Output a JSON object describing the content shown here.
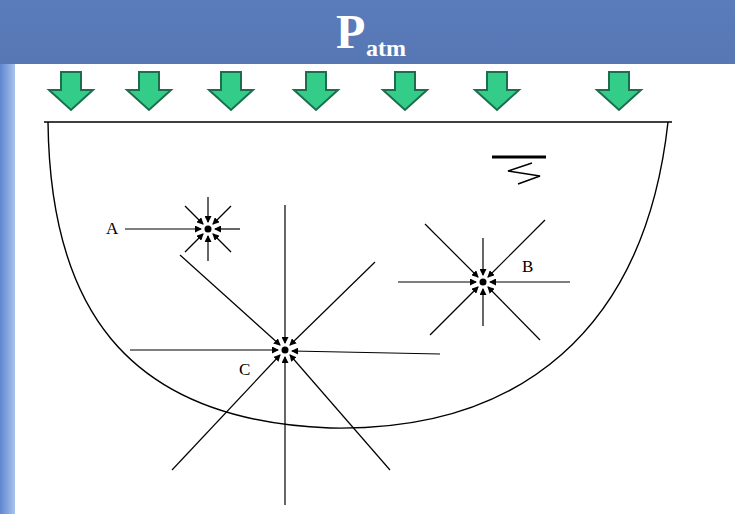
{
  "diagram": {
    "labels": [
      "P",
      "atm",
      "A",
      "B",
      "C"
    ]
  }
}
